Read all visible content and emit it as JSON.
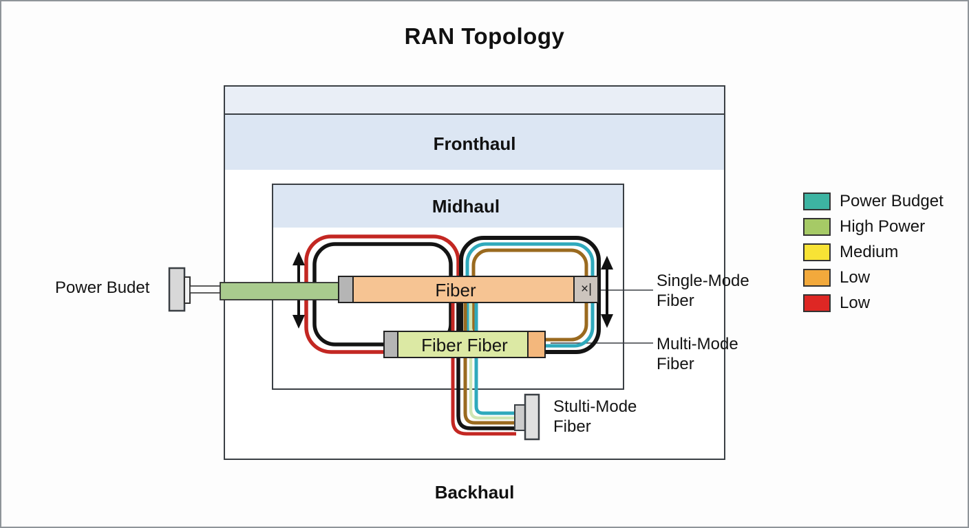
{
  "title": "RAN Topology",
  "regions": {
    "fronthaul": "Fronthaul",
    "midhaul": "Midhaul",
    "backhaul": "Backhaul"
  },
  "components": {
    "power_budget_label": "Power Budet",
    "fiber_bar_label": "Fiber",
    "fiber_fiber_bar_label": "Fiber Fiber",
    "cap_mark": "×|",
    "single_mode": {
      "line1": "Single-Mode",
      "line2": "Fiber"
    },
    "multi_mode": {
      "line1": "Multi-Mode",
      "line2": "Fiber"
    },
    "stulti_mode": {
      "line1": "Stulti-Mode",
      "line2": "Fiber"
    }
  },
  "legend": {
    "items": [
      {
        "label": "Power Budget",
        "color": "#3db4a2"
      },
      {
        "label": "High Power",
        "color": "#a6ca66"
      },
      {
        "label": "Medium",
        "color": "#f8e335"
      },
      {
        "label": "Low",
        "color": "#f2a93c"
      },
      {
        "label": "Low",
        "color": "#de2724"
      }
    ]
  },
  "palette": {
    "loop_red": "#c32722",
    "loop_black": "#141414",
    "loop_teal": "#2fa9bc",
    "loop_brown": "#9a6a1f",
    "bundle_pale_green": "#cfe6b5",
    "band_blue": "#dce6f3",
    "band_blue_light": "#e9eef6",
    "fiber_bar_fill": "#f6c493",
    "fiber_fiber_fill": "#dce9a4",
    "power_bar_fill": "#a9cb8e",
    "cap_gray": "#bcbcbc",
    "cap_orange": "#f3b77c",
    "box_border": "#3a3f44"
  }
}
